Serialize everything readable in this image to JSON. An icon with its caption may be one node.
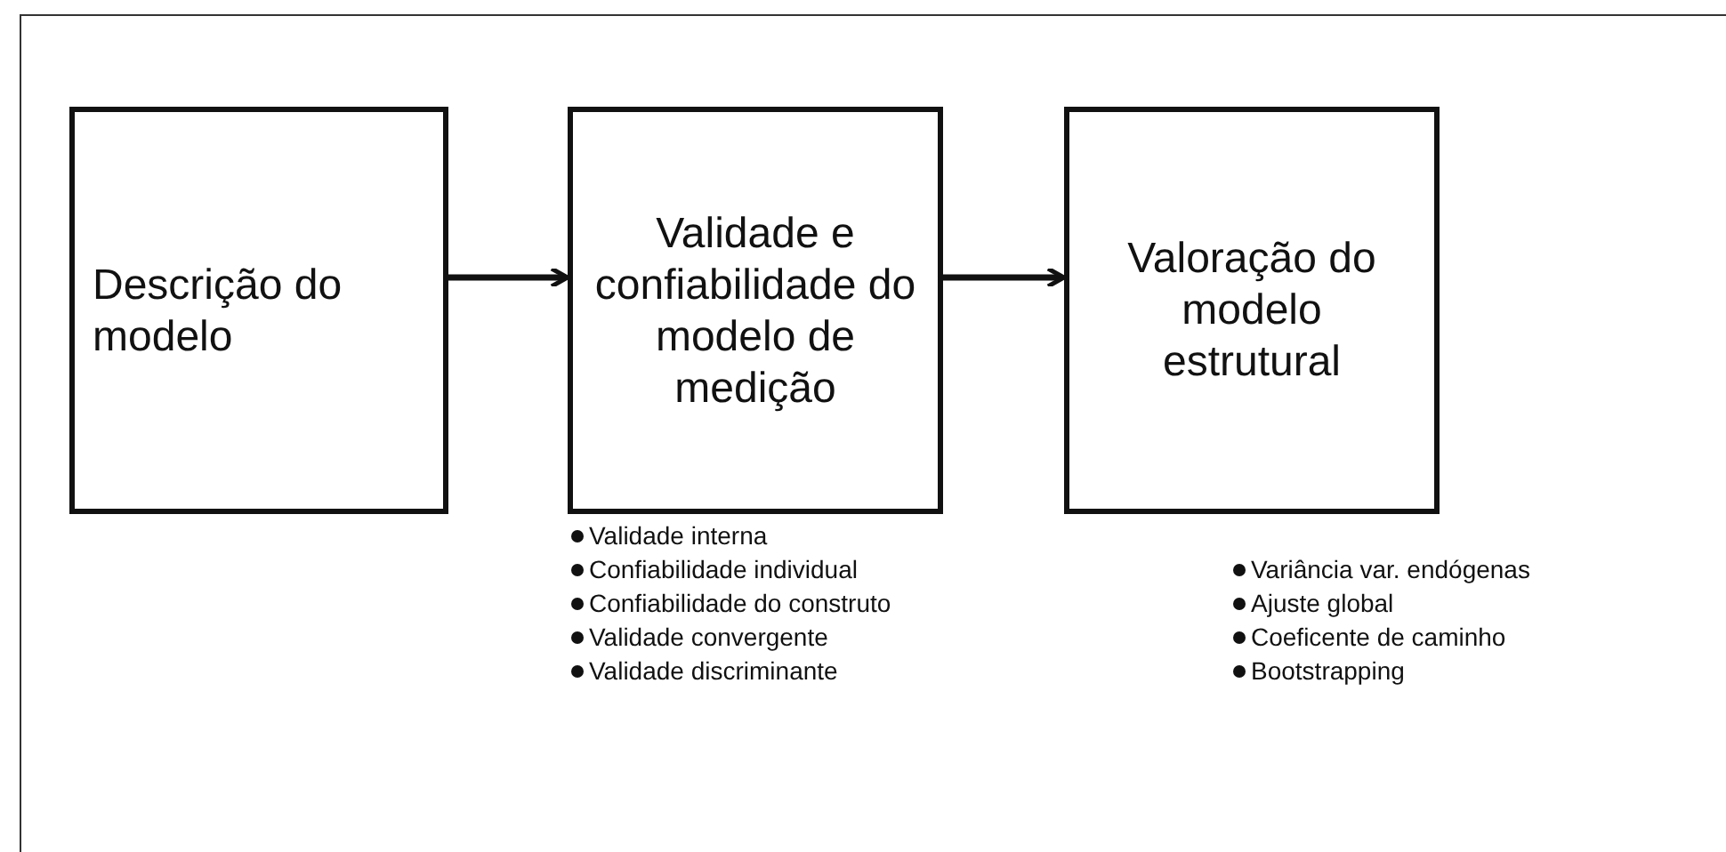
{
  "diagram": {
    "nodes": [
      {
        "text": [
          "Descrição do modelo"
        ]
      },
      {
        "text": [
          "Validade e confiabilidade do modelo de medição"
        ],
        "beside": [
          "Validade interna",
          "Confiabilidade individual",
          "Confiabilidade do construto",
          "Validade convergente",
          "Validade discriminante"
        ]
      },
      {
        "text": [
          "Valoração do modelo estrutural"
        ],
        "beside": [
          "Variância var. endógenas",
          "Ajuste global",
          "Coeficente de caminho",
          "Bootstrapping"
        ]
      }
    ],
    "edges": [
      {
        "from": 0,
        "to": 1,
        "arrow": "to"
      },
      {
        "from": 1,
        "to": 2,
        "arrow": "to"
      }
    ]
  }
}
